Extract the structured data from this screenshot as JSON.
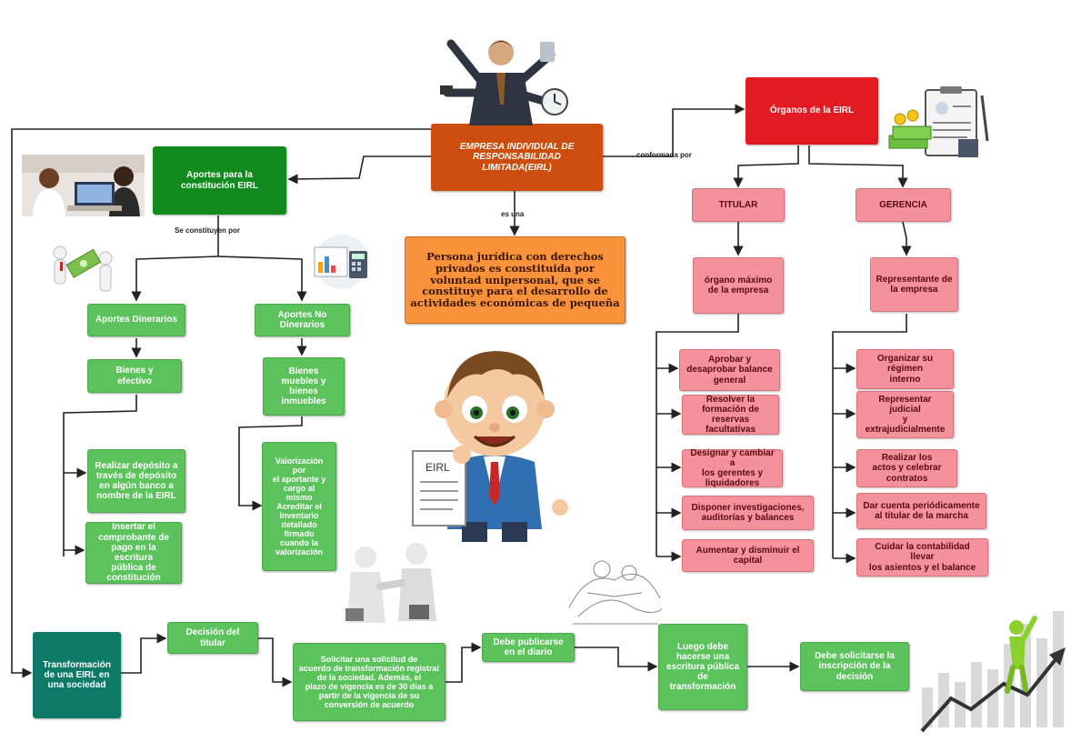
{
  "central": {
    "title": "EMPRESA INDIVIDUAL DE\nRESPONSABILIDAD\nLIMITADA(EIRL)"
  },
  "definition": {
    "connector": "es una",
    "text": "Persona jurídica con derechos privados es constituida por voluntad unipersonal, que se constituye para el desarrollo de actividades económicas de pequeña"
  },
  "organs": {
    "connector": "conformada por",
    "title": "Órganos de la EIRL",
    "titular": {
      "label": "TITULAR",
      "role": "órgano máximo\nde la empresa",
      "items": [
        "Aprobar y\ndesaprobar balance\ngeneral",
        "Resolver la\nformación de\nreservas facultativas",
        "Designar y cambiar a\nlos gerentes y\nliquidadores",
        "Disponer investigaciones,\nauditorías y balances",
        "Aumentar y disminuir el\ncapital"
      ]
    },
    "gerencia": {
      "label": "GERENCIA",
      "role": "Representante de\nla empresa",
      "items": [
        "Organizar su\nrégimen\ninterno",
        "Representar judicial\ny\nextrajudicialmente",
        "Realizar los\nactos y celebrar\ncontratos",
        "Dar cuenta periódicamente\nal titular de la marcha",
        "Cuidar la contabilidad\nllevar\nlos asientos y el balance"
      ]
    }
  },
  "aportes": {
    "title": "Aportes para la\nconstitución EIRL",
    "connector": "Se constituyen por",
    "dinerarios": {
      "title": "Aportes Dinerarios",
      "sub": "Bienes y\nefectivo",
      "steps": [
        "Realizar depósito a\ntravés de depósito\nen algún banco a\nnombre de la EIRL",
        "Insertar el\ncomprobante de\npago en la escritura\npública de\nconstitución"
      ]
    },
    "no_dinerarios": {
      "title": "Aportes No\nDinerarios",
      "sub": "Bienes\nmuebles y\nbienes\ninmuebles",
      "step": "Valorización\npor\nel aportante y\ncargo al\nmismo\nAcreditar el\ninventario\ndetallado\nfirmado\ncuando la\nvalorización"
    }
  },
  "transformation": {
    "start": "Transformación\nde una EIRL en\nuna sociedad",
    "steps": [
      "Decisión del\ntitular",
      "Solicitar una solicitud de\nacuerdo de transformación registral\nde la sociedad. Además, el\nplazo de vigencia es de 30 días a\npartir de la vigencia de su\nconversión de acuerdo",
      "Debe publicarse\nen el diario",
      "Luego debe\nhacerse una\nescritura pública\nde\ntransformación",
      "Debe solicitarse la\ninscripción de la\ndecisión"
    ]
  },
  "figures": {
    "document_label": "EIRL"
  },
  "colors": {
    "central": "#cc4d0e",
    "definition": "#f9923a",
    "organs": "#e21b22",
    "organs_items": "#f4919b",
    "aportes": "#118a1e",
    "aportes_items": "#5cc35c",
    "transformation_start": "#0c7a66"
  }
}
